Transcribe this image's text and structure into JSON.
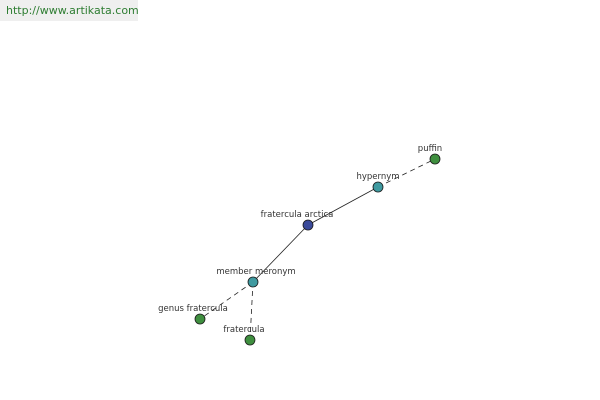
{
  "banner": {
    "url": "http://www.artikata.com"
  },
  "graph": {
    "colors": {
      "center": "#3a4a9a",
      "relation": "#3f9aa0",
      "term": "#3f8f3f",
      "edge": "#222222"
    },
    "nodes": [
      {
        "id": "fratercula-arctica",
        "label": "fratercula arctica",
        "kind": "center"
      },
      {
        "id": "hypernym",
        "label": "hypernym",
        "kind": "relation"
      },
      {
        "id": "puffin",
        "label": "puffin",
        "kind": "term"
      },
      {
        "id": "member-meronym",
        "label": "member meronym",
        "kind": "relation"
      },
      {
        "id": "genus-fratercula",
        "label": "genus fratercula",
        "kind": "term"
      },
      {
        "id": "fratercula",
        "label": "fratercula",
        "kind": "term"
      }
    ],
    "edges": [
      {
        "from": "fratercula-arctica",
        "to": "hypernym",
        "style": "solid"
      },
      {
        "from": "hypernym",
        "to": "puffin",
        "style": "dashed"
      },
      {
        "from": "fratercula-arctica",
        "to": "member-meronym",
        "style": "solid"
      },
      {
        "from": "member-meronym",
        "to": "genus-fratercula",
        "style": "dashed"
      },
      {
        "from": "member-meronym",
        "to": "fratercula",
        "style": "dashed"
      }
    ]
  }
}
